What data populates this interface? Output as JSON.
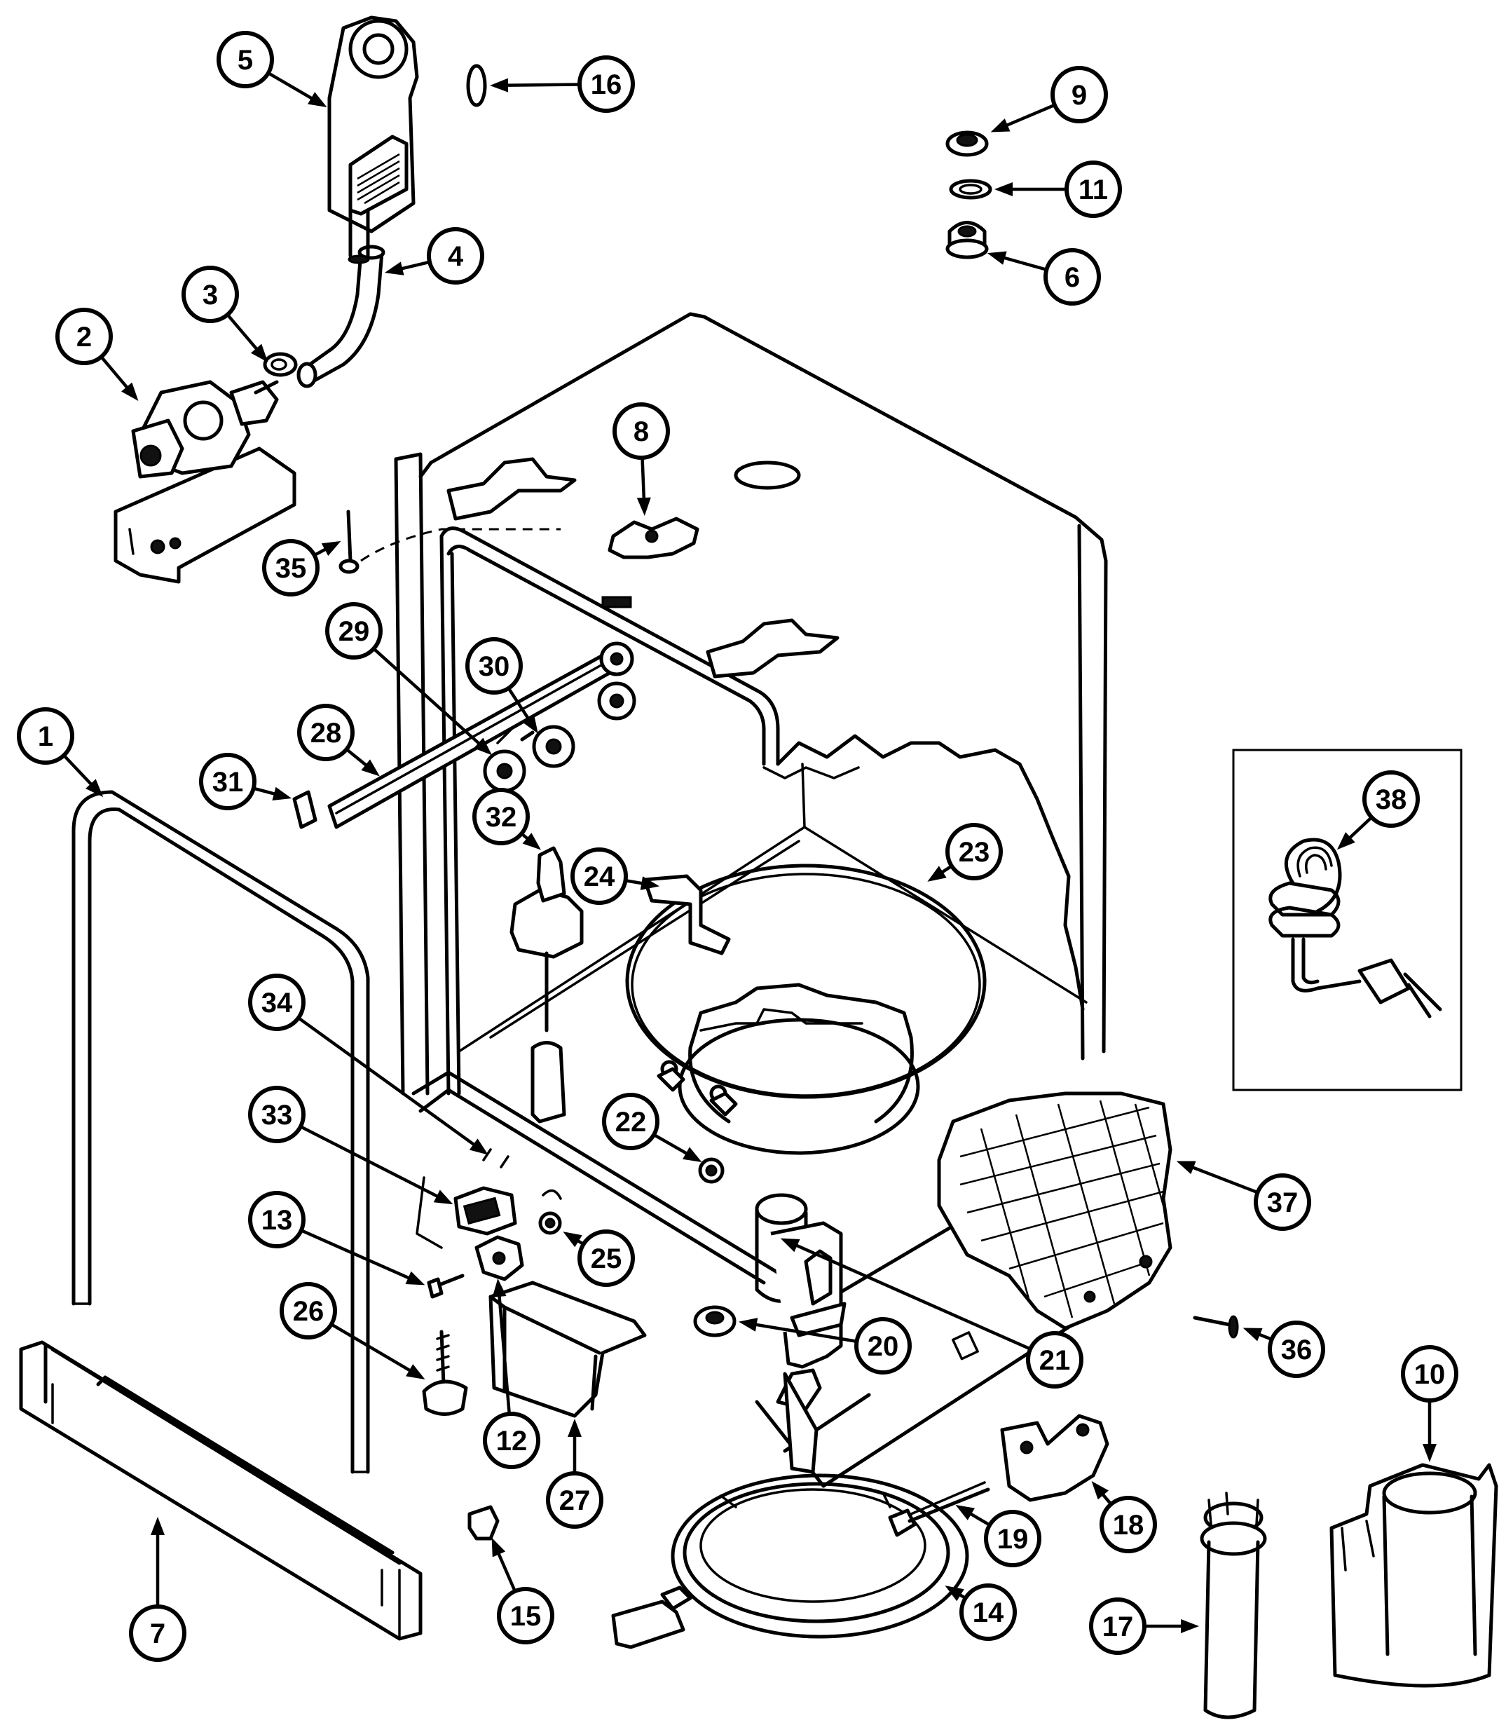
{
  "diagram": {
    "callouts": [
      {
        "id": "c1",
        "label": "1"
      },
      {
        "id": "c2",
        "label": "2"
      },
      {
        "id": "c3",
        "label": "3"
      },
      {
        "id": "c4",
        "label": "4"
      },
      {
        "id": "c5",
        "label": "5"
      },
      {
        "id": "c6",
        "label": "6"
      },
      {
        "id": "c7",
        "label": "7"
      },
      {
        "id": "c8",
        "label": "8"
      },
      {
        "id": "c9",
        "label": "9"
      },
      {
        "id": "c10",
        "label": "10"
      },
      {
        "id": "c11",
        "label": "11"
      },
      {
        "id": "c12",
        "label": "12"
      },
      {
        "id": "c13",
        "label": "13"
      },
      {
        "id": "c14",
        "label": "14"
      },
      {
        "id": "c15",
        "label": "15"
      },
      {
        "id": "c16",
        "label": "16"
      },
      {
        "id": "c17",
        "label": "17"
      },
      {
        "id": "c18",
        "label": "18"
      },
      {
        "id": "c19",
        "label": "19"
      },
      {
        "id": "c20",
        "label": "20"
      },
      {
        "id": "c21",
        "label": "21"
      },
      {
        "id": "c22",
        "label": "22"
      },
      {
        "id": "c23",
        "label": "23"
      },
      {
        "id": "c24",
        "label": "24"
      },
      {
        "id": "c25",
        "label": "25"
      },
      {
        "id": "c26",
        "label": "26"
      },
      {
        "id": "c27",
        "label": "27"
      },
      {
        "id": "c28",
        "label": "28"
      },
      {
        "id": "c29",
        "label": "29"
      },
      {
        "id": "c30",
        "label": "30"
      },
      {
        "id": "c31",
        "label": "31"
      },
      {
        "id": "c32",
        "label": "32"
      },
      {
        "id": "c33",
        "label": "33"
      },
      {
        "id": "c34",
        "label": "34"
      },
      {
        "id": "c35",
        "label": "35"
      },
      {
        "id": "c36",
        "label": "36"
      },
      {
        "id": "c37",
        "label": "37"
      },
      {
        "id": "c38",
        "label": "38"
      }
    ]
  }
}
